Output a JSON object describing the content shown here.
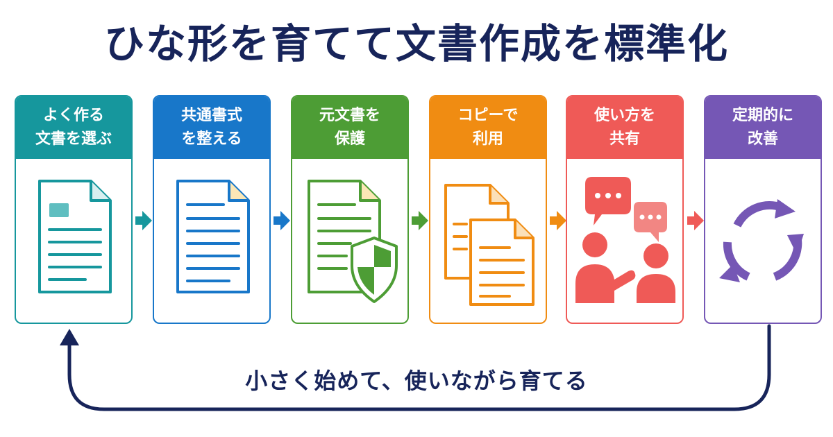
{
  "title": "ひな形を育てて文書作成を標準化",
  "steps": [
    {
      "label": "よく作る\n文書を選ぶ",
      "color": "#16979d"
    },
    {
      "label": "共通書式\nを整える",
      "color": "#1877c9"
    },
    {
      "label": "元文書を\n保護",
      "color": "#4d9d35"
    },
    {
      "label": "コピーで\n利用",
      "color": "#f08c12"
    },
    {
      "label": "使い方を\n共有",
      "color": "#ef5a57"
    },
    {
      "label": "定期的に\n改善",
      "color": "#7557b5"
    }
  ],
  "footer": "小さく始めて、使いながら育てる",
  "icons": [
    "document-icon",
    "formatted-document-icon",
    "shield-document-icon",
    "copy-documents-icon",
    "people-chat-icon",
    "cycle-icon"
  ],
  "loop_color": "#17245a"
}
